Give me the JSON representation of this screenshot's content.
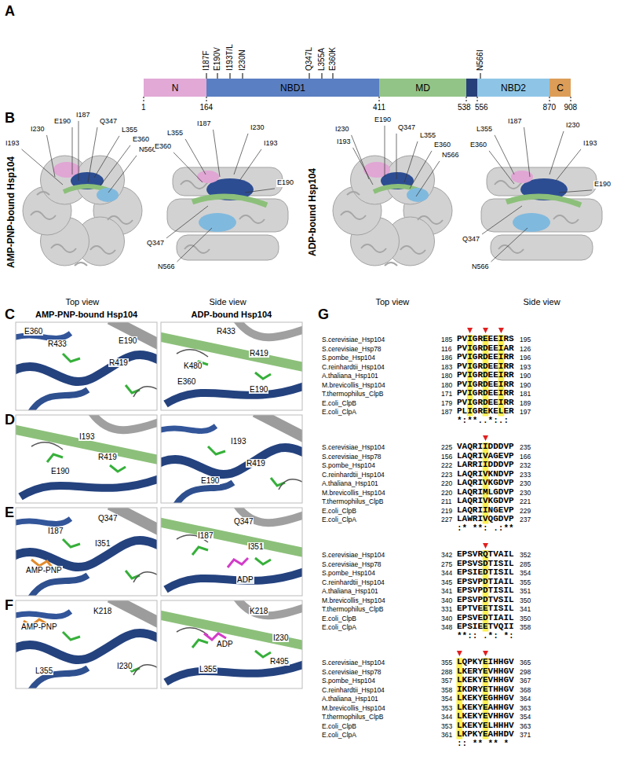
{
  "diagram": {
    "nodes": [
      {
        "text": [
          "N"
        ]
      },
      {
        "text": [
          "NBD1"
        ]
      },
      {
        "text": [
          "MD"
        ]
      },
      {
        "text": [
          "NBD2"
        ]
      },
      {
        "text": [
          "C"
        ]
      }
    ],
    "labels": [
      "A",
      "I187F",
      "E190V",
      "I193T/L",
      "I230N",
      "Q347L",
      "L355A",
      "E360K",
      "N566I",
      "1",
      "164",
      "411",
      "538",
      "556",
      "870",
      "908",
      "B",
      "AMP-PNP-bound Hsp104",
      "Top view",
      "Side view",
      "ADP-bound Hsp104",
      "Top view",
      "Side view",
      "I230",
      "E190",
      "I187",
      "Q347",
      "L355",
      "E360",
      "I193",
      "N566",
      "L355",
      "I187",
      "I230",
      "E360",
      "I193",
      "Q347",
      "E190",
      "N566",
      "E190",
      "Q347",
      "I230",
      "I193",
      "L355",
      "E360",
      "N566",
      "L355",
      "I187",
      "I230",
      "E360",
      "I193",
      "Q347",
      "E190",
      "N566",
      "C",
      "AMP-PNP-bound Hsp104",
      "ADP-bound Hsp104",
      "E360",
      "R433",
      "E190",
      "R419",
      "R433",
      "R419",
      "K480",
      "E360",
      "E190",
      "D",
      "I193",
      "R419",
      "E190",
      "I193",
      "R419",
      "E190",
      "E",
      "Q347",
      "I187",
      "I351",
      "AMP-PNP",
      "Q347",
      "I187",
      "I351",
      "ADP",
      "F",
      "K218",
      "AMP-PNP",
      "L355",
      "I230",
      "K218",
      "ADP",
      "I230",
      "L355",
      "R495",
      "G",
      "S.cerevisiae_Hsp104",
      "185",
      "PVIGREEEIRS",
      "195",
      "S.cerevisiae_Hsp78",
      "116",
      "PVIGRDEEIAR",
      "126",
      "S.pombe_Hsp104",
      "186",
      "PVIGRDEEIRR",
      "196",
      "C.reinhardtii_Hsp104",
      "183",
      "PVIGRDEEIRR",
      "193",
      "A.thaliana_Hsp101",
      "180",
      "PVIGRDEEIRR",
      "190",
      "M.brevicollis_Hsp104",
      "180",
      "PVIGRDEEIRR",
      "190",
      "T.thermophilus_ClpB",
      "171",
      "PVIGRDEEIRR",
      "181",
      "E.coli_ClpB",
      "179",
      "PVIGRDEEIRR",
      "189",
      "E.coli_ClpA",
      "187",
      "PLIGREKELER",
      "197",
      "*:**..*:.:",
      "S.cerevisiae_Hsp104",
      "225",
      "VAQRIIDDDVP",
      "235",
      "S.cerevisiae_Hsp78",
      "156",
      "LAQRIVAGEVP",
      "166",
      "S.pombe_Hsp104",
      "222",
      "LARRIIDDDVP",
      "232",
      "C.reinhardtii_Hsp104",
      "223",
      "LAQRIVKNDVP",
      "233",
      "A.thaliana_Hsp101",
      "220",
      "LAQRIVKGDVP",
      "230",
      "M.brevicollis_Hsp104",
      "220",
      "LAQRIMLGDVP",
      "230",
      "T.thermophilus_ClpB",
      "211",
      "LAQRIVKGDVP",
      "221",
      "E.coli_ClpB",
      "219",
      "LAQRIINGEVP",
      "229",
      "E.coli_ClpA",
      "227",
      "LAWRIVQGDVP",
      "237",
      ":* **: .:**",
      "S.cerevisiae_Hsp104",
      "342",
      "EPSVRQTVAIL",
      "352",
      "S.cerevisiae_Hsp78",
      "275",
      "EPSVSDTISIL",
      "285",
      "S.pombe_Hsp104",
      "344",
      "EPSIEDTISIL",
      "354",
      "C.reinhardtii_Hsp104",
      "345",
      "EPSVPDTIAIL",
      "355",
      "A.thaliana_Hsp101",
      "341",
      "EPSVPDTISIL",
      "351",
      "M.brevicollis_Hsp104",
      "340",
      "EPSVPDTVSIL",
      "350",
      "T.thermophilus_ClpB",
      "331",
      "EPTVEETISIL",
      "341",
      "E.coli_ClpB",
      "340",
      "EPSVEDTIAIL",
      "350",
      "E.coli_ClpA",
      "348",
      "EPSIEETVQII",
      "358",
      "**:: .*: *:",
      "S.cerevisiae_Hsp104",
      "355",
      "LQPKYEIHHGV",
      "365",
      "S.cerevisiae_Hsp78",
      "288",
      "LKERYEVHHGV",
      "298",
      "S.pombe_Hsp104",
      "357",
      "LKEKYEVHHGV",
      "367",
      "C.reinhardtii_Hsp104",
      "358",
      "IKDRYETHHGV",
      "368",
      "A.thaliana_Hsp101",
      "354",
      "LKEKYEGHHGV",
      "364",
      "M.brevicollis_Hsp104",
      "353",
      "LKEKYEAHHGV",
      "363",
      "T.thermophilus_ClpB",
      "344",
      "LKEKYEVHHGV",
      "354",
      "E.coli_ClpB",
      "353",
      "LKEKYELHHHV",
      "363",
      "E.coli_ClpA",
      "361",
      "LKPKYEAHHDV",
      "371",
      ":: ** ** *"
    ]
  }
}
